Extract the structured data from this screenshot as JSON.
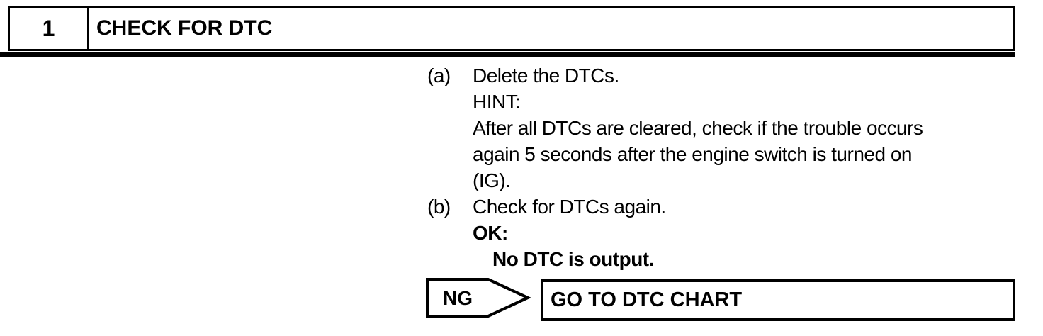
{
  "page": {
    "background": "#ffffff",
    "ink": "#000000"
  },
  "step_header": {
    "number": "1",
    "title": "CHECK FOR DTC"
  },
  "procedure": {
    "lines": [
      {
        "label": "(a)",
        "text": "Delete the DTCs."
      },
      {
        "label": "",
        "text": "HINT:"
      },
      {
        "label": "",
        "text": "After all DTCs are cleared, check if the trouble occurs"
      },
      {
        "label": "",
        "text": "again 5 seconds after the engine switch is turned on"
      },
      {
        "label": "",
        "text": "(IG)."
      },
      {
        "label": "(b)",
        "text": "Check for DTCs again."
      },
      {
        "label": "",
        "text": "OK:"
      },
      {
        "label": "",
        "text": "No DTC is output."
      }
    ]
  },
  "result_row": {
    "verdict_label": "NG",
    "action_label": "GO TO DTC CHART"
  }
}
